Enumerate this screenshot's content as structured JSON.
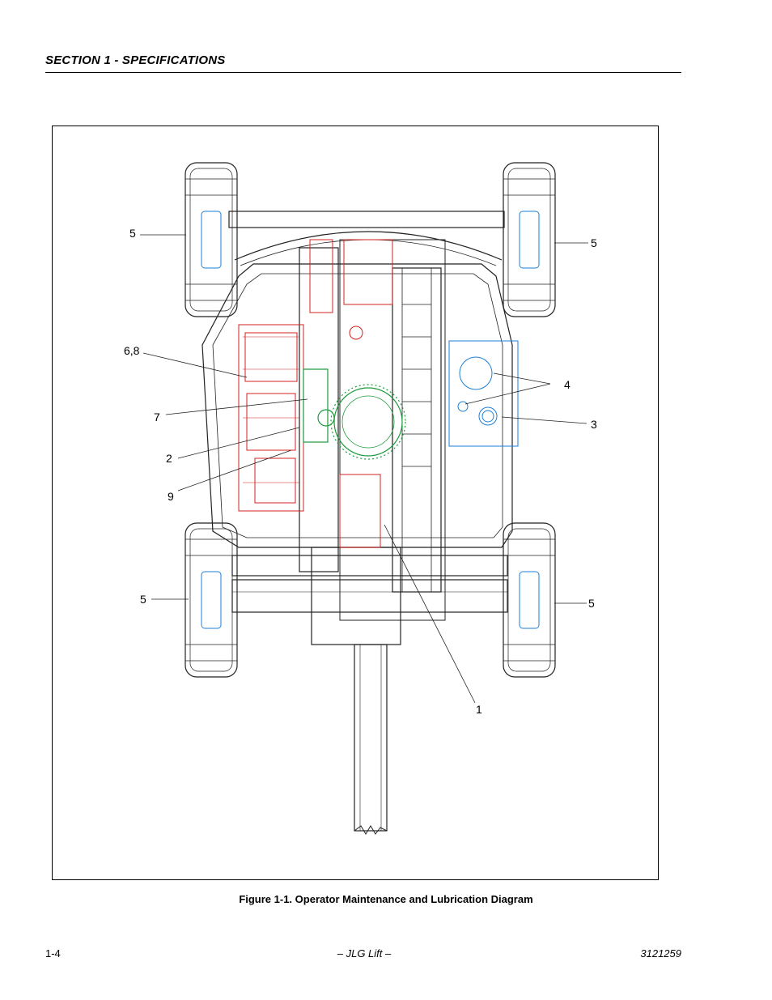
{
  "header": {
    "section_title": "SECTION 1 - SPECIFICATIONS"
  },
  "figure": {
    "caption": "Figure 1-1. Operator Maintenance and Lubrication Diagram",
    "callouts": {
      "c5_top_left": "5",
      "c5_top_right": "5",
      "c68": "6,8",
      "c4": "4",
      "c7": "7",
      "c3": "3",
      "c2": "2",
      "c9": "9",
      "c5_bottom_left": "5",
      "c5_bottom_right": "5",
      "c1": "1"
    },
    "colors": {
      "line": "#222222",
      "engine": "#d42020",
      "swing": "#1a9a3a",
      "hydraulic": "#1e7fd6"
    }
  },
  "footer": {
    "page_number": "1-4",
    "center": "– JLG Lift –",
    "doc_number": "3121259"
  }
}
